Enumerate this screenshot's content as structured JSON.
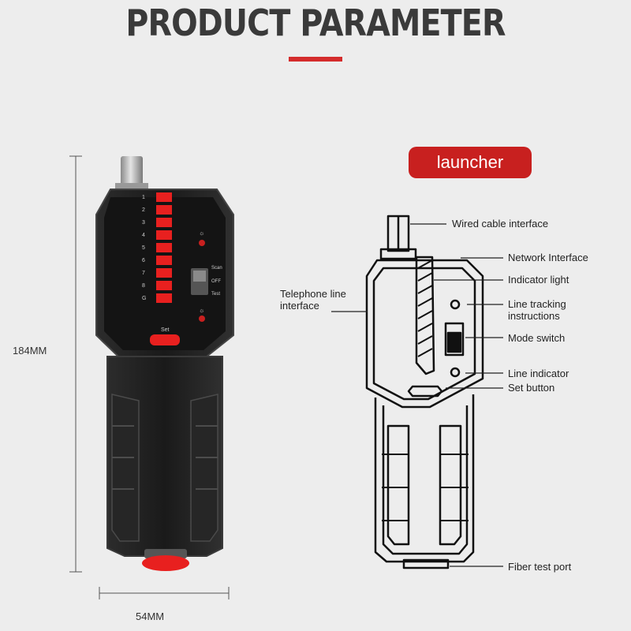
{
  "header": {
    "title": "PRODUCT PARAMETER",
    "accent_color": "#d42c2c"
  },
  "dimensions": {
    "height_label": "184MM",
    "width_label": "54MM"
  },
  "device_photo": {
    "led_numbers": [
      "1",
      "2",
      "3",
      "4",
      "5",
      "6",
      "7",
      "8",
      "G"
    ],
    "switch_labels": [
      "Scan",
      "OFF",
      "Test"
    ],
    "set_label": "Set",
    "body_color": "#1f1f1f",
    "accent_color": "#e8201f"
  },
  "diagram": {
    "badge_label": "launcher",
    "badge_color": "#c8201f",
    "callouts": {
      "wired_cable": "Wired cable interface",
      "network": "Network Interface",
      "indicator_light": "Indicator light",
      "telephone": [
        "Telephone line",
        "interface"
      ],
      "line_tracking": [
        "Line tracking",
        "instructions"
      ],
      "mode_switch": "Mode switch",
      "line_indicator": "Line indicator",
      "set_button": "Set button",
      "fiber_port": "Fiber test port"
    }
  }
}
